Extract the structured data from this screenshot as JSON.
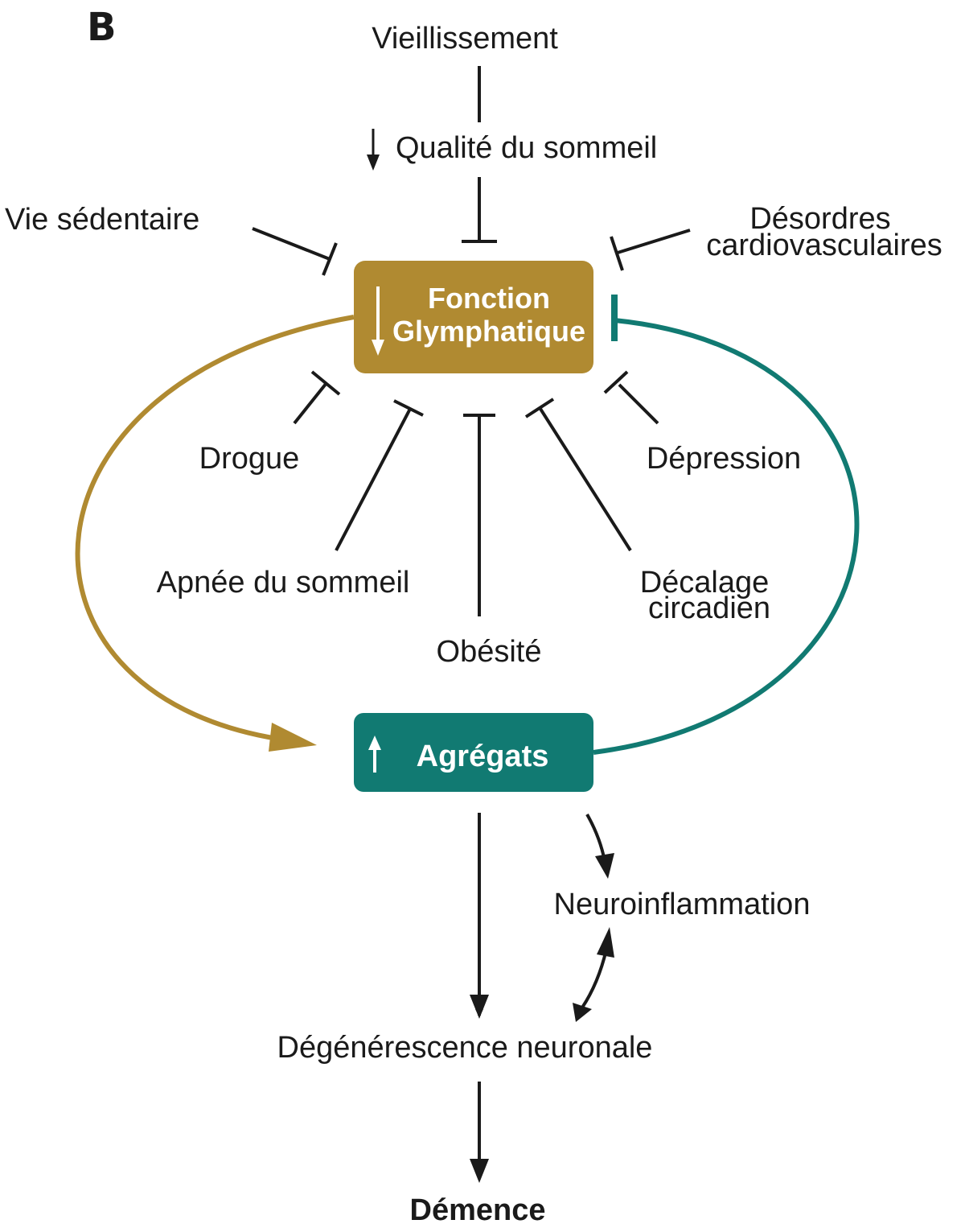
{
  "panel_label": "B",
  "colors": {
    "gold": "#b08a31",
    "teal": "#117a72",
    "line": "#1a1a1a",
    "box_text": "#ffffff"
  },
  "nodes": {
    "vieillissement": "Vieillissement",
    "qualite_sommeil": "Qualité du sommeil",
    "vie_sedentaire": "Vie sédentaire",
    "desordres_line1": "Désordres",
    "desordres_line2": "cardiovasculaires",
    "fonction_line1": "Fonction",
    "fonction_line2": "Glymphatique",
    "drogue": "Drogue",
    "depression": "Dépression",
    "apnee": "Apnée du sommeil",
    "obesite": "Obésité",
    "decalage_line1": "Décalage",
    "decalage_line2": "circadien",
    "agregats": "Agrégats",
    "neuroinflammation": "Neuroinflammation",
    "degenerescence": "Dégénérescence neuronale",
    "demence": "Démence"
  },
  "icons": {
    "decrease": "down-arrow-icon",
    "increase": "up-arrow-icon",
    "inhibit": "inhibition-bar",
    "activate": "arrowhead"
  }
}
